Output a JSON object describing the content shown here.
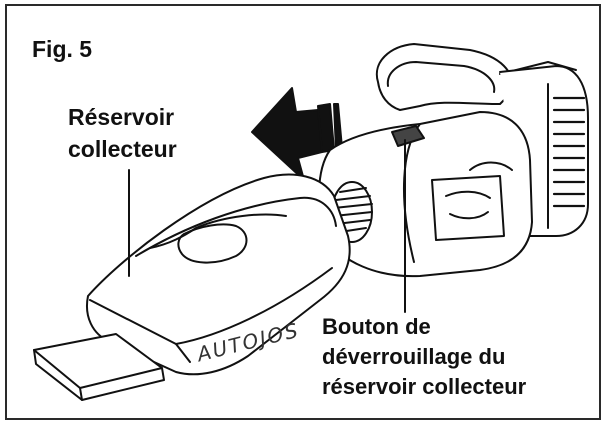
{
  "figure": {
    "label": "Fig. 5",
    "reservoir_line1": "Réservoir",
    "reservoir_line2": "collecteur",
    "button_line1": "Bouton de",
    "button_line2": "déverrouillage du",
    "button_line3": "réservoir collecteur",
    "brand_text": "AUTOJOS"
  },
  "icons": {
    "arrow": "left-arrow-icon",
    "vent": "vent-grille-icon"
  }
}
